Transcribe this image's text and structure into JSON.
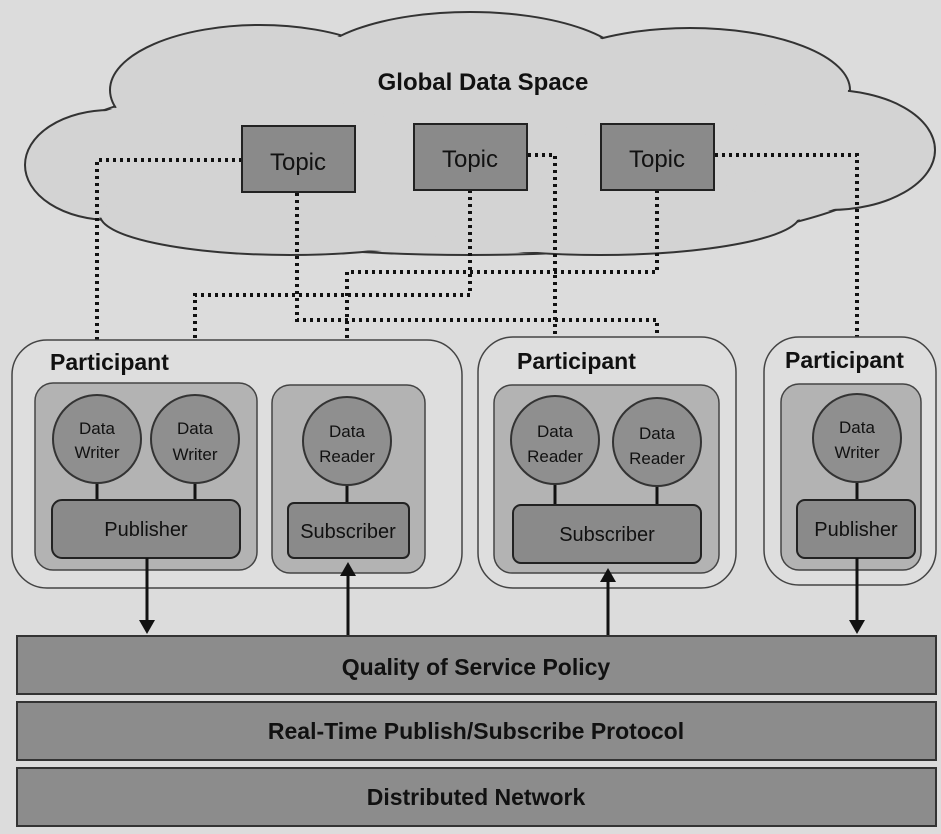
{
  "cloud": {
    "title": "Global Data Space"
  },
  "topics": [
    {
      "label": "Topic"
    },
    {
      "label": "Topic"
    },
    {
      "label": "Topic"
    }
  ],
  "participants": [
    {
      "label": "Participant",
      "groups": [
        {
          "entities": [
            [
              "Data",
              "Writer"
            ],
            [
              "Data",
              "Writer"
            ]
          ],
          "box": "Publisher"
        },
        {
          "entities": [
            [
              "Data",
              "Reader"
            ]
          ],
          "box": "Subscriber"
        }
      ]
    },
    {
      "label": "Participant",
      "groups": [
        {
          "entities": [
            [
              "Data",
              "Reader"
            ],
            [
              "Data",
              "Reader"
            ]
          ],
          "box": "Subscriber"
        }
      ]
    },
    {
      "label": "Participant",
      "groups": [
        {
          "entities": [
            [
              "Data",
              "Writer"
            ]
          ],
          "box": "Publisher"
        }
      ]
    }
  ],
  "layers": [
    {
      "label": "Quality of Service Policy"
    },
    {
      "label": "Real-Time Publish/Subscribe Protocol"
    },
    {
      "label": "Distributed Network"
    }
  ]
}
